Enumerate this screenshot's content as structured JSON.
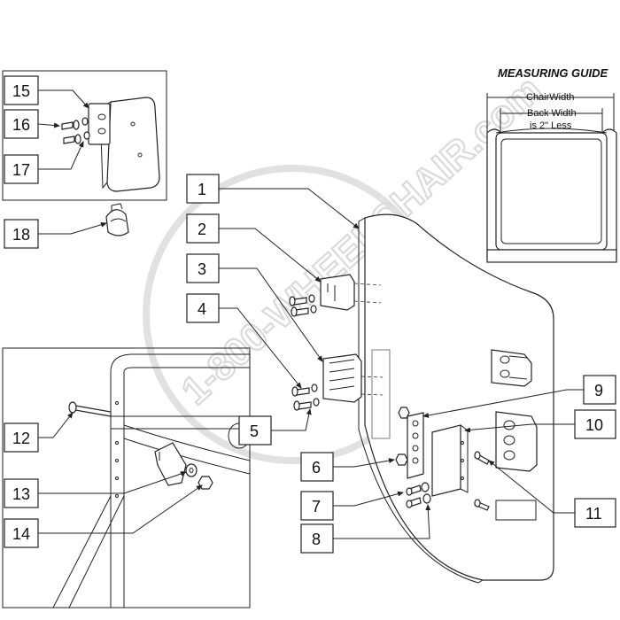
{
  "watermark": "1-800-WHEELCHAIR.com",
  "measuring_guide": {
    "title": "MEASURING GUIDE",
    "chair_width": "ChairWidth",
    "back_width_line1": "Back Width",
    "back_width_line2": "is 2\" Less"
  },
  "callouts": [
    "1",
    "2",
    "3",
    "4",
    "5",
    "6",
    "7",
    "8",
    "9",
    "10",
    "11",
    "12",
    "13",
    "14",
    "15",
    "16",
    "17",
    "18"
  ]
}
